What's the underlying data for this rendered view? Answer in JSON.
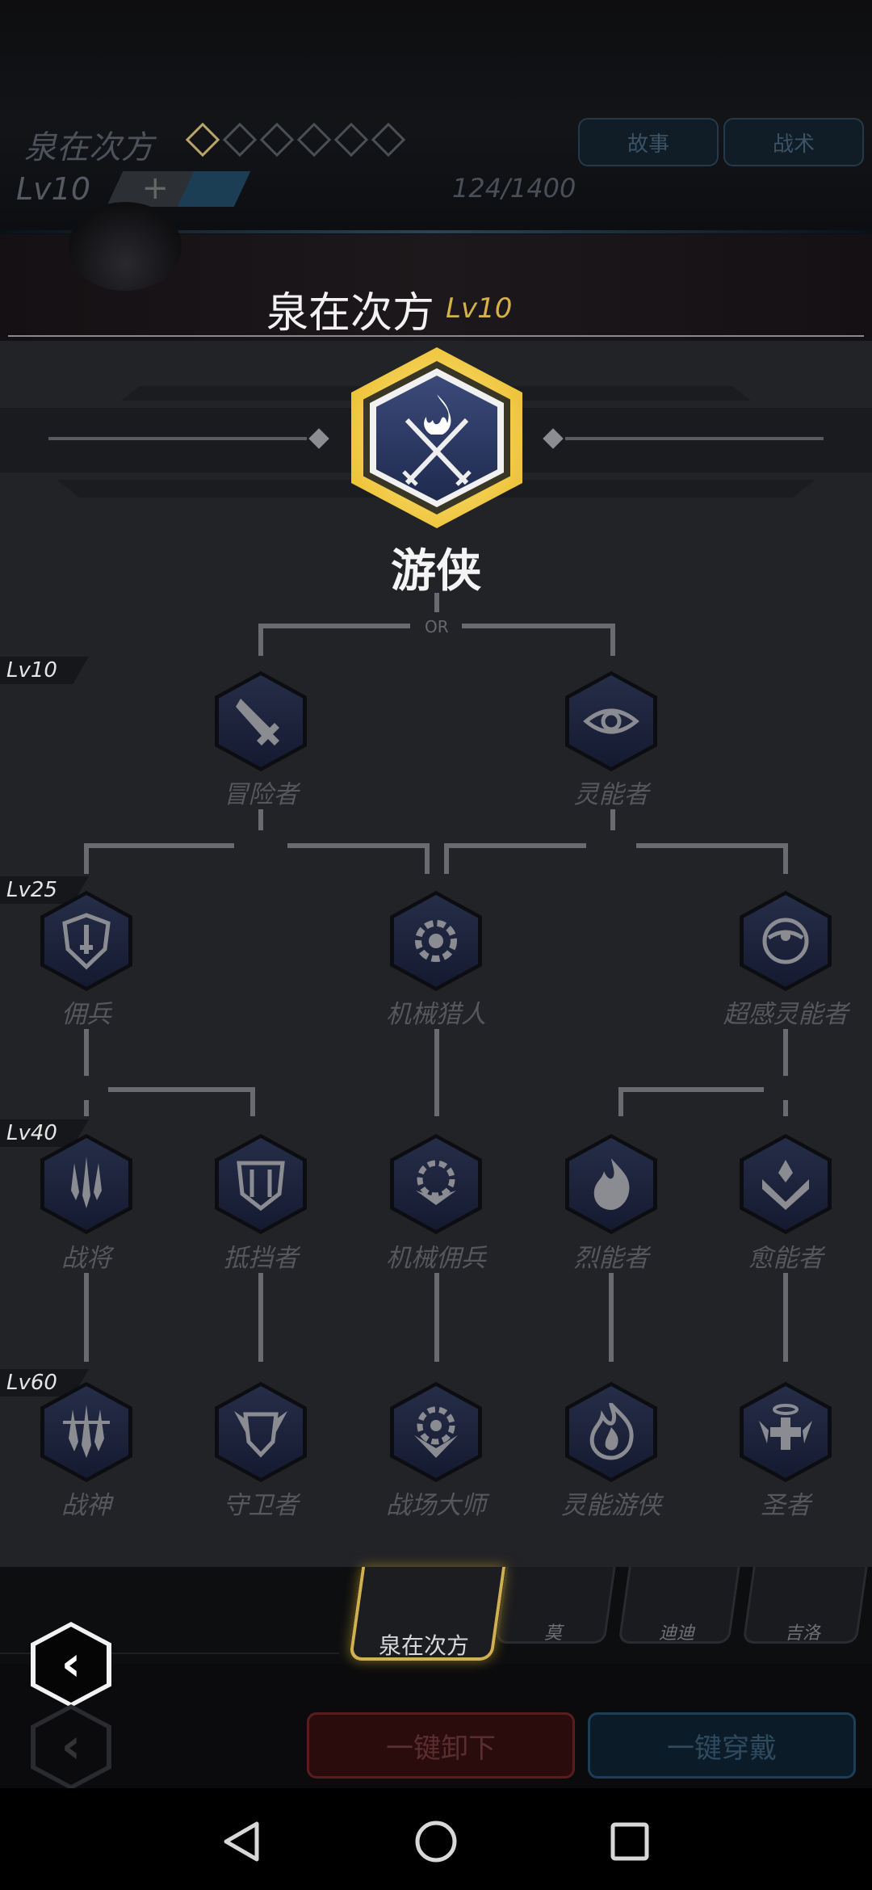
{
  "header": {
    "character_name": "泉在次方",
    "stars_total": 6,
    "stars_filled": 1,
    "story_button": "故事",
    "tactics_button": "战术",
    "level": "Lv10",
    "plus": "+",
    "xp": "124/1400"
  },
  "title": {
    "name": "泉在次方",
    "level": "Lv10"
  },
  "tree": {
    "root": "游侠",
    "or": "OR",
    "levels": [
      "Lv10",
      "Lv25",
      "Lv40",
      "Lv60"
    ],
    "tier1": [
      "冒险者",
      "灵能者"
    ],
    "tier2": [
      "佣兵",
      "机械猎人",
      "超感灵能者"
    ],
    "tier3": [
      "战将",
      "抵挡者",
      "机械佣兵",
      "烈能者",
      "愈能者"
    ],
    "tier4": [
      "战神",
      "守卫者",
      "战场大师",
      "灵能游侠",
      "圣者"
    ]
  },
  "roster": {
    "selected": "泉在次方",
    "others": [
      "莫",
      "迪迪",
      "吉洛"
    ]
  },
  "actions": {
    "back": "‹",
    "unequip_all": "一键卸下",
    "equip_all": "一键穿戴"
  }
}
